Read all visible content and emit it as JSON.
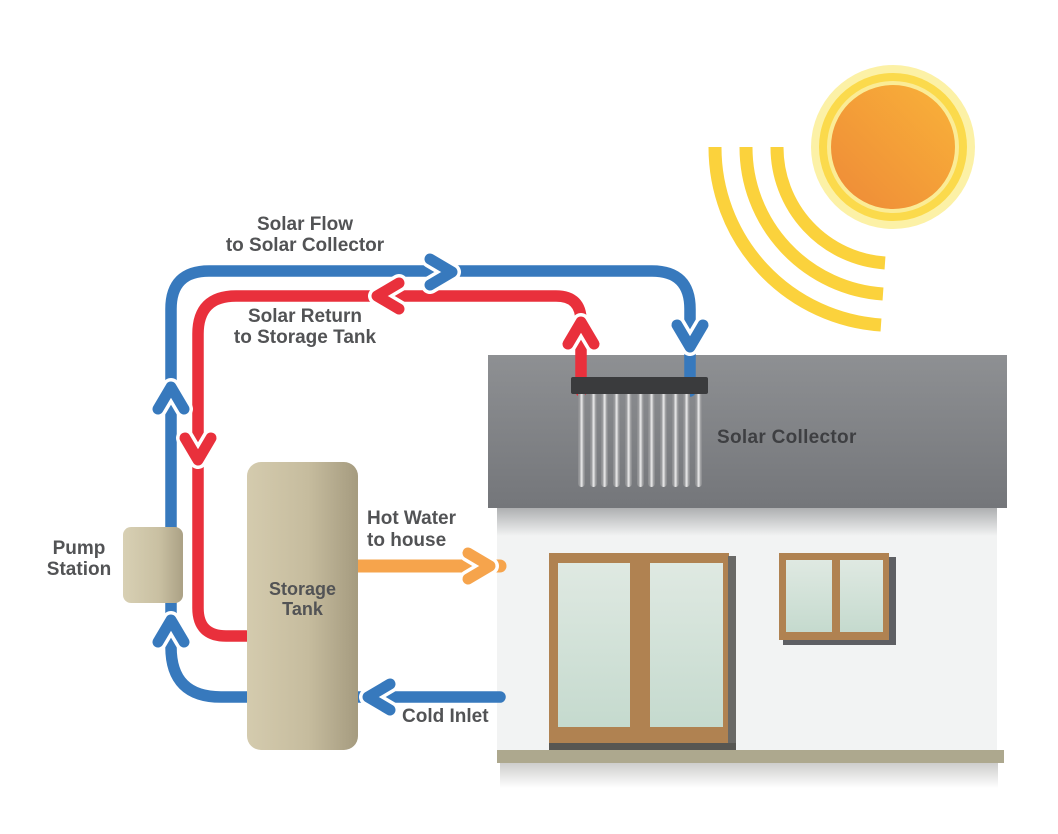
{
  "diagram": {
    "type": "solar-water-heating-system",
    "labels": {
      "solar_flow": {
        "line1": "Solar Flow",
        "line2": "to Solar Collector"
      },
      "solar_return": {
        "line1": "Solar Return",
        "line2": "to Storage Tank"
      },
      "pump_station": {
        "line1": "Pump",
        "line2": "Station"
      },
      "storage_tank": {
        "line1": "Storage",
        "line2": "Tank"
      },
      "hot_water": {
        "line1": "Hot Water",
        "line2": "to house"
      },
      "cold_inlet": "Cold Inlet",
      "solar_collector": "Solar Collector"
    },
    "colors": {
      "pipe_blue": "#3779BD",
      "pipe_red": "#E9303C",
      "pipe_orange": "#F6A44C",
      "sun_core_light": "#F9B239",
      "sun_core_dark": "#EE8A38",
      "sun_ring_yellow": "#FBDA4C",
      "sun_ring_pale": "#FBEC96",
      "sun_glow": "#FCF1A6",
      "sun_ray": "#FBD23C",
      "roof_top": "#8E9093",
      "roof_bottom": "#74767A",
      "wall": "#F2F3F3",
      "ground": "#ADA88E",
      "tank_light": "#D4CBAE",
      "tank_mid": "#C6BC9E",
      "tank_dark": "#A59B7F",
      "frame_brown": "#B08251",
      "glass_top": "#DFE9E2",
      "glass_bottom": "#C5DACE",
      "collector_bar": "#3A3B3D",
      "label_text": "#525355"
    },
    "collector": {
      "tube_count": 11
    }
  }
}
